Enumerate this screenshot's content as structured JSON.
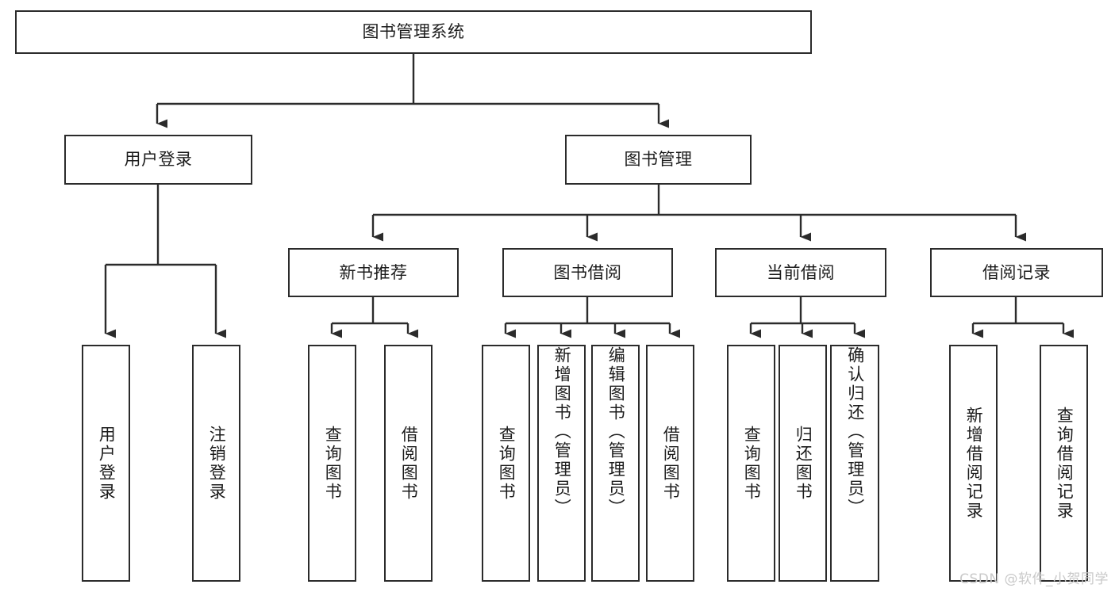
{
  "diagram": {
    "type": "tree",
    "title": "图书管理系统",
    "root": {
      "label": "图书管理系统"
    },
    "level1": [
      {
        "label": "用户登录"
      },
      {
        "label": "图书管理"
      }
    ],
    "level2": [
      {
        "label": "新书推荐"
      },
      {
        "label": "图书借阅"
      },
      {
        "label": "当前借阅"
      },
      {
        "label": "借阅记录"
      }
    ],
    "leaves": {
      "user_login": [
        {
          "label": "用户登录"
        },
        {
          "label": "注销登录"
        }
      ],
      "new_book_recommend": [
        {
          "label": "查询图书"
        },
        {
          "label": "借阅图书"
        }
      ],
      "book_borrow": [
        {
          "label": "查询图书"
        },
        {
          "label": "新增图书（管理员）"
        },
        {
          "label": "编辑图书（管理员）"
        },
        {
          "label": "借阅图书"
        }
      ],
      "current_borrow": [
        {
          "label": "查询图书"
        },
        {
          "label": "归还图书"
        },
        {
          "label": "确认归还（管理员）"
        }
      ],
      "borrow_record": [
        {
          "label": "新增借阅记录"
        },
        {
          "label": "查询借阅记录"
        }
      ]
    }
  },
  "watermark": {
    "text": "CSDN @软件_小贺同学"
  },
  "colors": {
    "background": "#ffffff",
    "box_border": "#2b2b2b",
    "box_fill": "#ffffff",
    "connector": "#2b2b2b",
    "text": "#1c1c1c",
    "watermark": "#c9c9c9"
  }
}
